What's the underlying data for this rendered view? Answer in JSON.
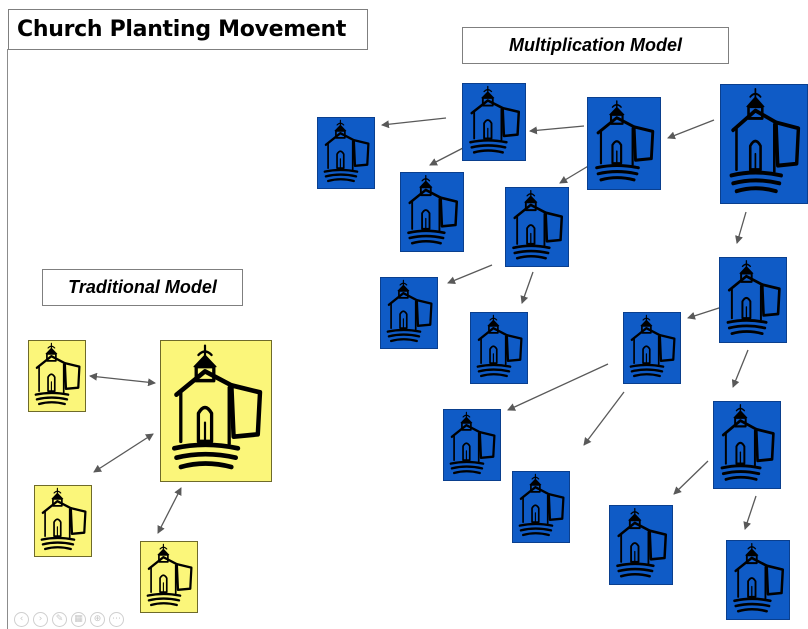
{
  "slide": {
    "title": "Church Planting Movement",
    "multiplication_label": "Multiplication Model",
    "traditional_label": "Traditional Model"
  },
  "colors": {
    "multiplication_fill": "#0f5bc6",
    "traditional_fill": "#fbf67a",
    "arrow": "#595959"
  },
  "icons": {
    "church": "church-icon",
    "nav": [
      "previous-icon",
      "next-icon",
      "pen-icon",
      "slides-icon",
      "zoom-icon",
      "more-icon"
    ]
  }
}
